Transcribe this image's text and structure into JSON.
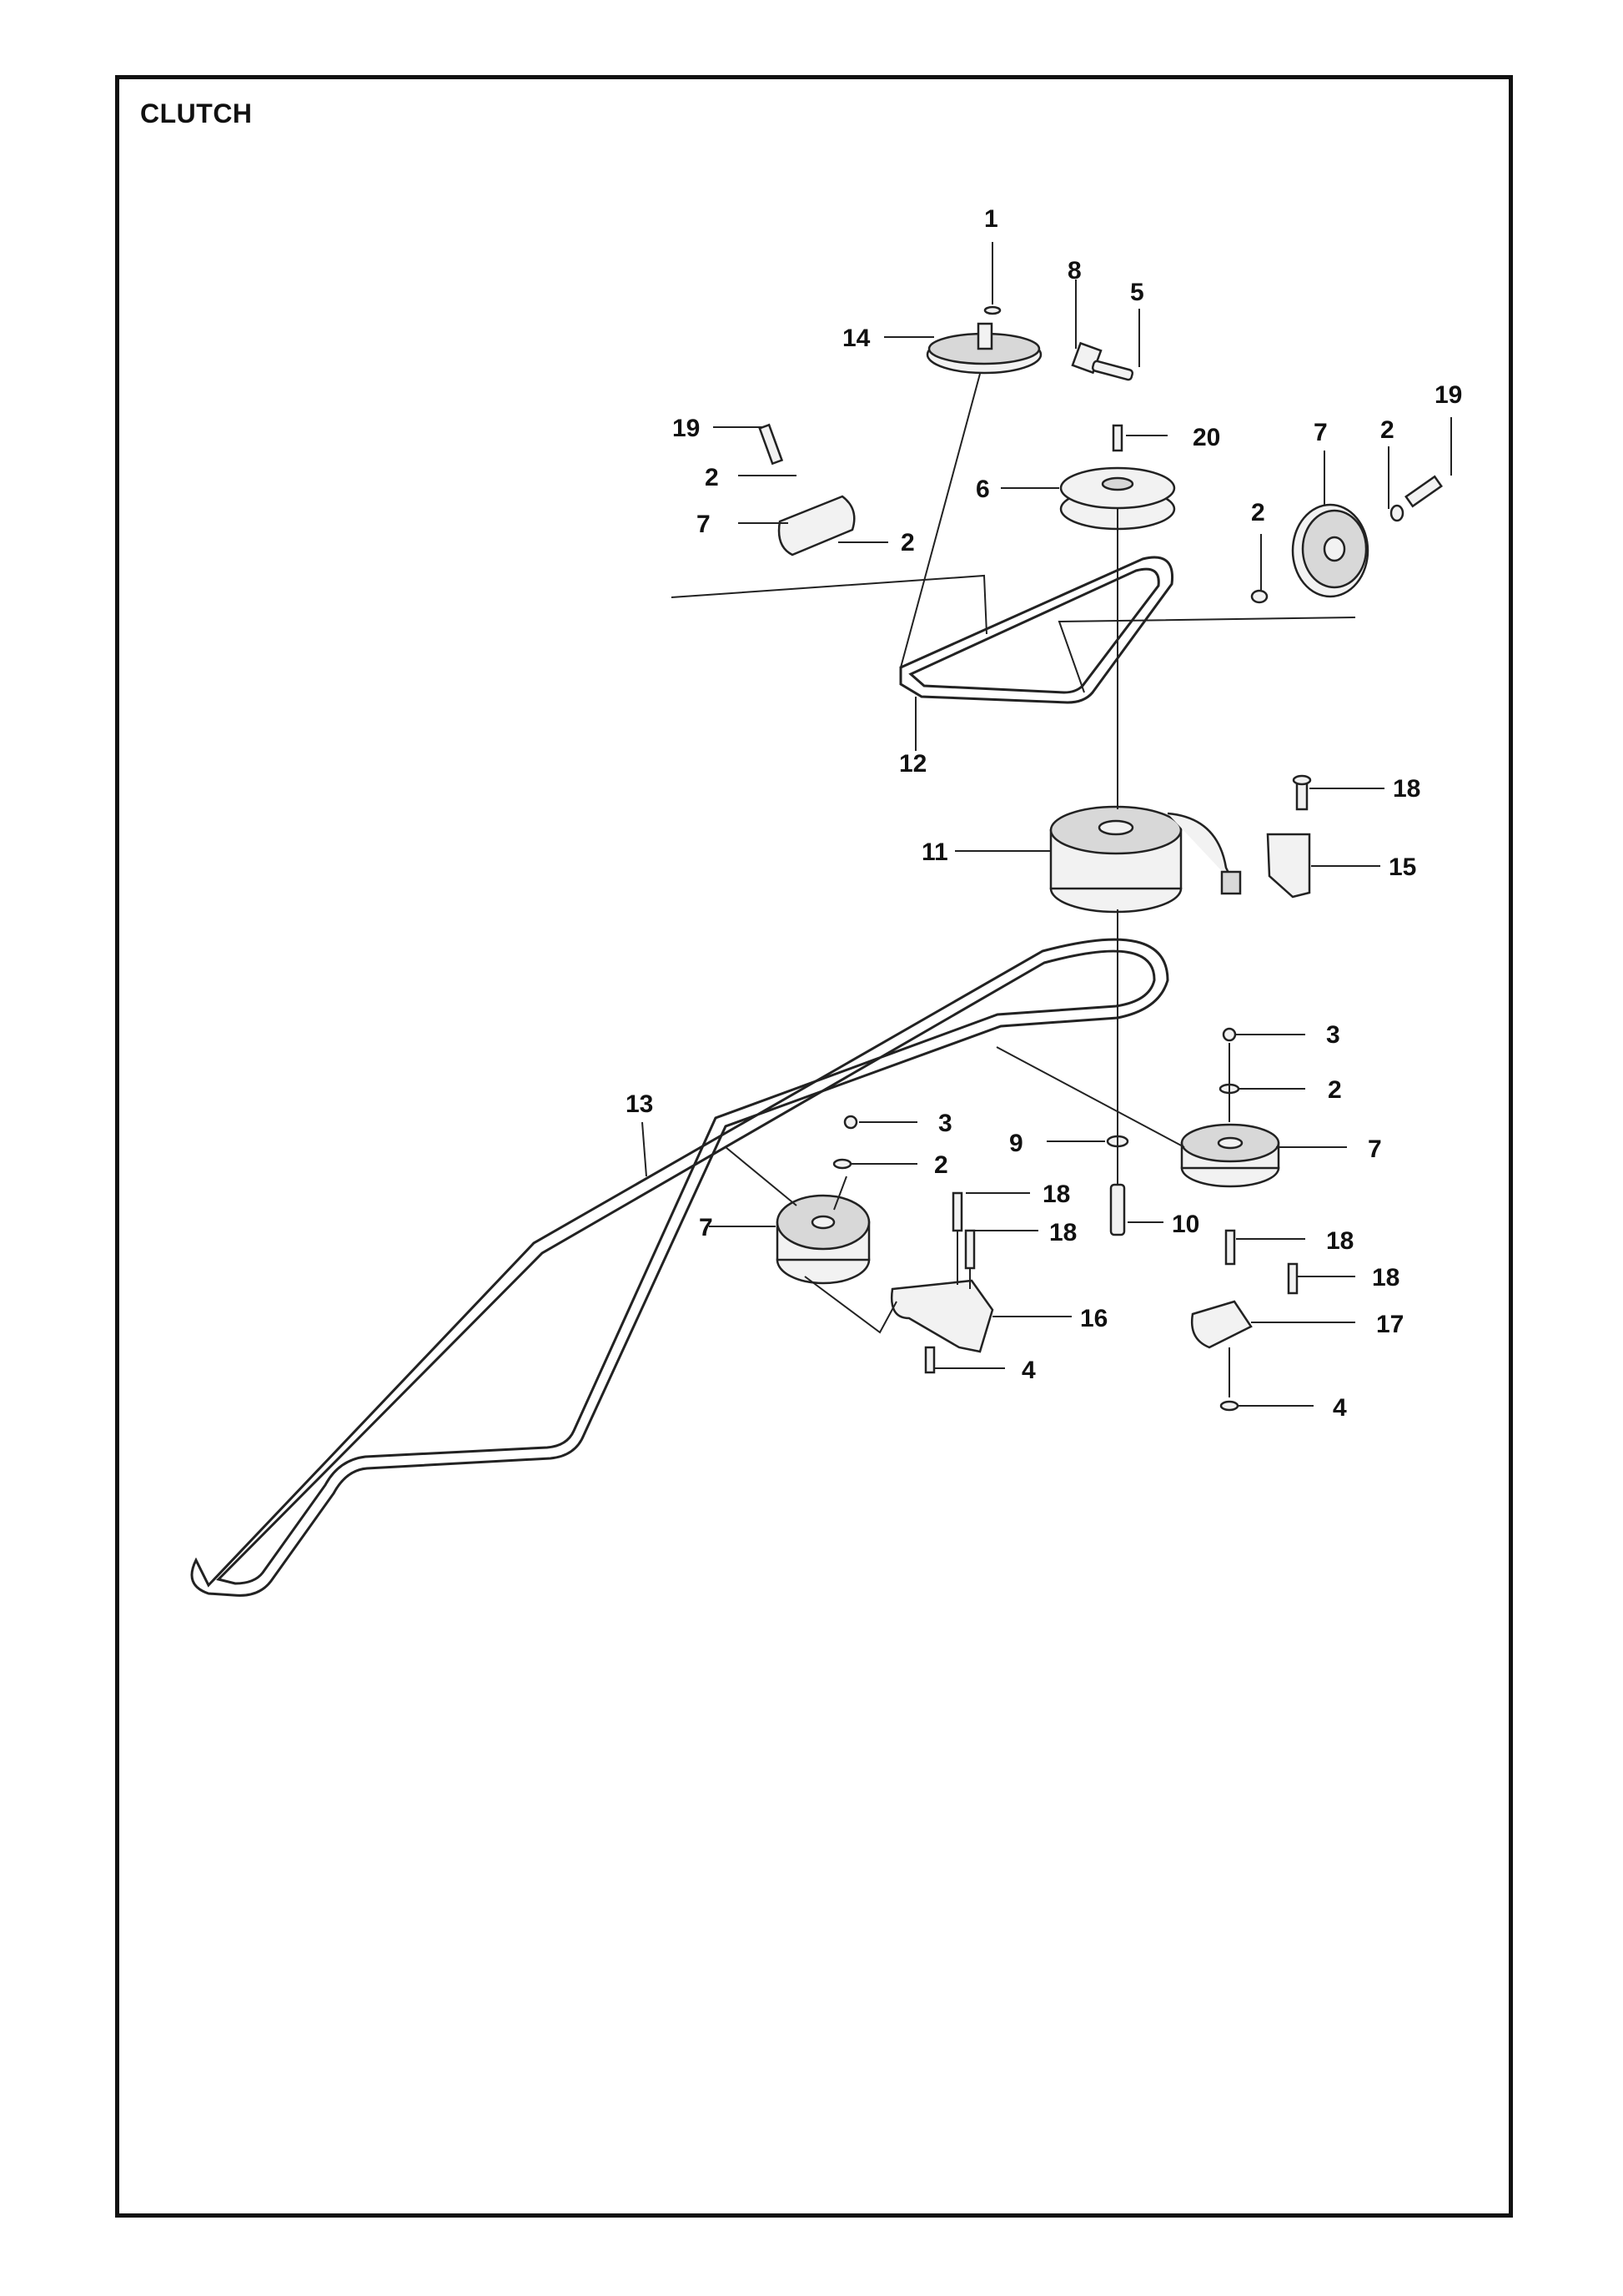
{
  "title": "CLUTCH",
  "callouts": {
    "c1": "1",
    "c8": "8",
    "c5": "5",
    "c14": "14",
    "c19a": "19",
    "c2a": "2",
    "c7a": "7",
    "c2b": "2",
    "c20": "20",
    "c6": "6",
    "c7b": "7",
    "c2c": "2",
    "c19b": "19",
    "c2d": "2",
    "c12": "12",
    "c18a": "18",
    "c11": "11",
    "c15": "15",
    "c3a": "3",
    "c2e": "2",
    "c13": "13",
    "c9": "9",
    "c7c": "7",
    "c3b": "3",
    "c2f": "2",
    "c18b": "18",
    "c18c": "18",
    "c10": "10",
    "c7d": "7",
    "c18d": "18",
    "c18e": "18",
    "c16": "16",
    "c17": "17",
    "c4a": "4",
    "c4b": "4"
  }
}
